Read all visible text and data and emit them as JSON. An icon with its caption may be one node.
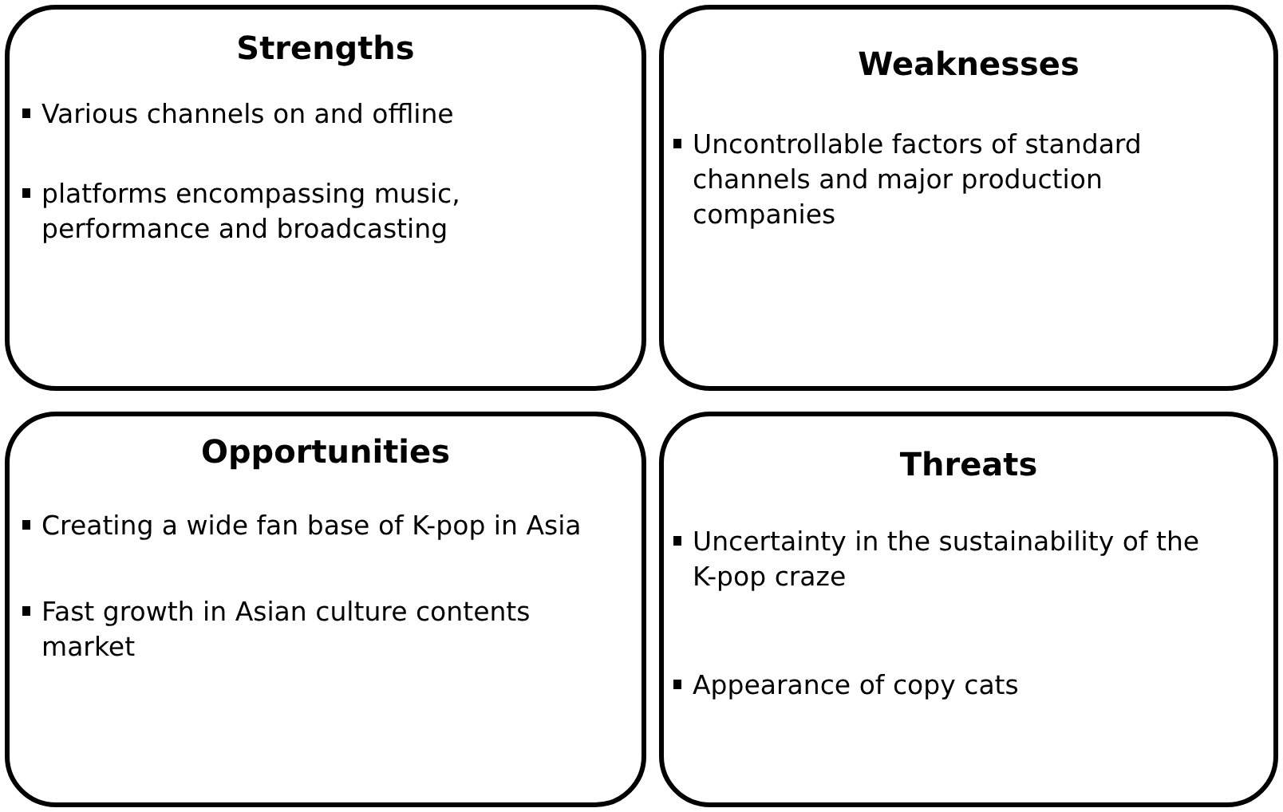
{
  "diagram": {
    "nodes": [
      {
        "text": [
          "Strengths",
          "Various channels on and offline",
          "platforms encompassing music, performance and broadcasting"
        ]
      },
      {
        "text": [
          "Weaknesses",
          "Uncontrollable factors of standard channels and major production companies"
        ]
      },
      {
        "text": [
          "Opportunities",
          "Creating a wide fan base of K-pop in Asia",
          "Fast growth in Asian culture contents market"
        ]
      },
      {
        "text": [
          "Threats",
          "Uncertainty in the sustainability of the K-pop craze",
          "Appearance of copy cats"
        ]
      }
    ]
  }
}
